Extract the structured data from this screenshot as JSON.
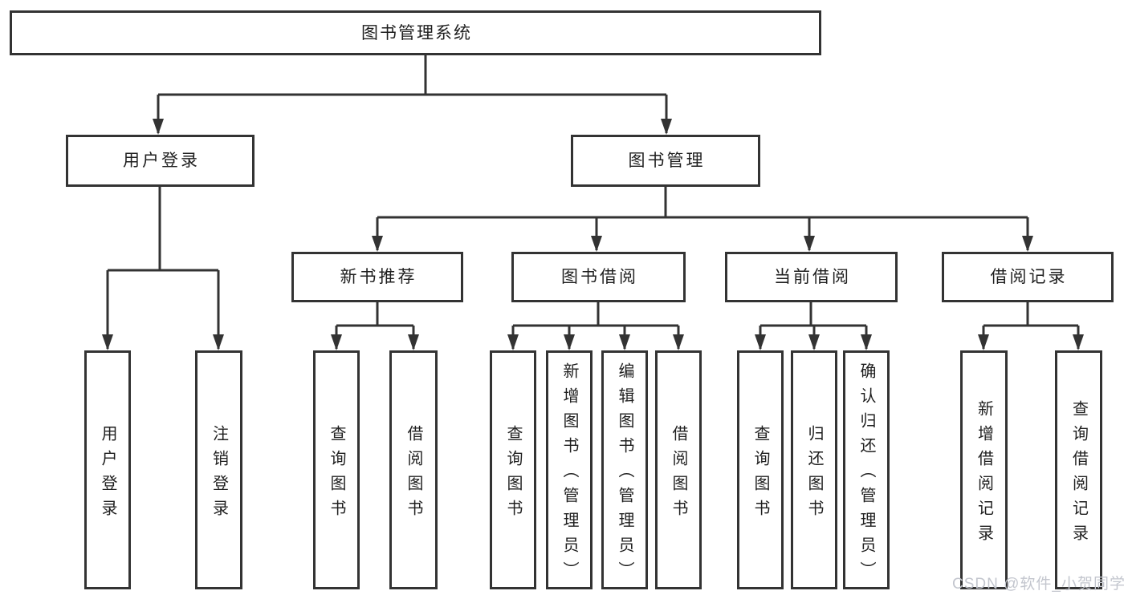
{
  "diagram": {
    "type": "hierarchy-tree",
    "title": "图书管理系统",
    "nodes": {
      "root": "图书管理系统",
      "user_login_branch": "用户登录",
      "book_management_branch": "图书管理",
      "new_book_recommend": "新书推荐",
      "book_borrow": "图书借阅",
      "current_borrow": "当前借阅",
      "borrow_record": "借阅记录",
      "leaf_user_login": "用户登录",
      "leaf_logout": "注销登录",
      "leaf_nb_query_books": "查询图书",
      "leaf_nb_borrow_books": "借阅图书",
      "leaf_bb_query_books": "查询图书",
      "leaf_bb_add_books": "新增图书（管理员）",
      "leaf_bb_edit_books": "编辑图书（管理员）",
      "leaf_bb_borrow_books": "借阅图书",
      "leaf_cb_query_books": "查询图书",
      "leaf_cb_return_books": "归还图书",
      "leaf_cb_confirm_return": "确认归还（管理员）",
      "leaf_br_add_record": "新增借阅记录",
      "leaf_br_query_record": "查询借阅记录"
    },
    "hierarchy": {
      "图书管理系统": {
        "用户登录": [
          "用户登录",
          "注销登录"
        ],
        "图书管理": {
          "新书推荐": [
            "查询图书",
            "借阅图书"
          ],
          "图书借阅": [
            "查询图书",
            "新增图书（管理员）",
            "编辑图书（管理员）",
            "借阅图书"
          ],
          "当前借阅": [
            "查询图书",
            "归还图书",
            "确认归还（管理员）"
          ],
          "借阅记录": [
            "新增借阅记录",
            "查询借阅记录"
          ]
        }
      }
    },
    "colors": {
      "background": "#ffffff",
      "box_border": "#333333",
      "connector_line": "#333333",
      "text": "#1f1f1f",
      "watermark_text": "#c3c6ce"
    },
    "watermark": "CSDN @软件_小贺同学"
  }
}
